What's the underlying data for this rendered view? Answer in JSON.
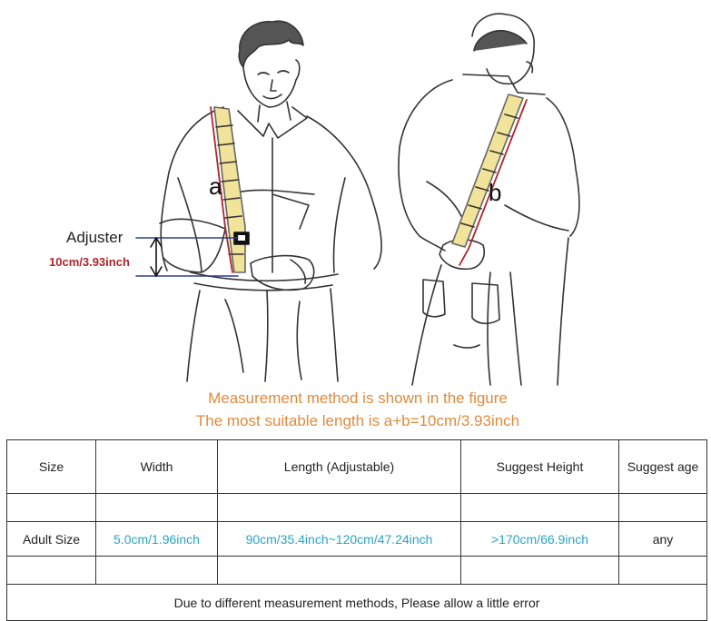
{
  "labels": {
    "adjuster": "Adjuster",
    "measurement": "10cm/3.93inch",
    "a": "a",
    "b": "b"
  },
  "captions": {
    "line1": "Measurement method is shown in the figure",
    "line2": "The most suitable length is a+b=10cm/3.93inch"
  },
  "table": {
    "headers": [
      "Size",
      "Width",
      "Length (Adjustable)",
      "Suggest Height",
      "Suggest age"
    ],
    "row": [
      "Adult Size",
      "5.0cm/1.96inch",
      "90cm/35.4inch~120cm/47.24inch",
      ">170cm/66.9inch",
      "any"
    ],
    "footer": "Due to different measurement methods, Please allow a little error"
  },
  "colors": {
    "caption": "#e08a3c",
    "measurement": "#b2232b",
    "cyan_text": "#27a4c8",
    "strap": "#f1e39a",
    "guide_lines": "#2d3b8f"
  }
}
